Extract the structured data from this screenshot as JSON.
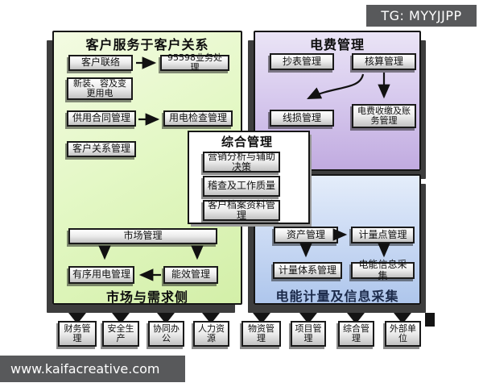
{
  "badge": {
    "text": "TG: MYYJJPP"
  },
  "watermark": {
    "text": "www.kaifacreative.com"
  },
  "colors": {
    "customer_panel": "#e4f8c6",
    "billing_panel": "#d8cbee",
    "metering_panel": "#ccdbf4",
    "chrome_bar": "#58595b",
    "box_fill": "#e0e0e0",
    "line": "#151515"
  },
  "panels": {
    "customer": {
      "title": "客户服务于客户关系",
      "caption": "市场与需求侧",
      "boxes": {
        "contact": "客户联络",
        "hotline": "95598业务处理",
        "new_install": "新装、容及变更用电",
        "contract": "供用合同管理",
        "inspection": "用电检查管理",
        "crm": "客户关系管理",
        "market": "市场管理",
        "orderly_power": "有序用电管理",
        "efficiency": "能效管理"
      }
    },
    "billing": {
      "title": "电费管理",
      "boxes": {
        "meter_reading": "抄表管理",
        "accounting": "核算管理",
        "line_loss": "线损管理",
        "collection": "电费收缴及账务管理"
      }
    },
    "metering": {
      "caption": "电能计量及信息采集",
      "boxes": {
        "assets": "资产管理",
        "metering_point": "计量点管理",
        "metering_system": "计量体系管理",
        "energy_info": "电能信息采集"
      }
    },
    "comprehensive": {
      "title": "综合管理",
      "boxes": {
        "analysis": "营销分析与辅助决策",
        "audit": "稽查及工作质量",
        "archives": "客户档案资料管理"
      }
    }
  },
  "bottom_row": [
    "财务管理",
    "安全生产",
    "协同办公",
    "人力资源",
    "物资管理",
    "项目管理",
    "综合管理",
    "外部单位"
  ],
  "connections": [
    {
      "from": "客户联络",
      "to": "95598业务处理"
    },
    {
      "from": "供用合同管理",
      "to": "用电检查管理"
    },
    {
      "from": "市场管理",
      "to": "有序用电管理"
    },
    {
      "from": "市场管理",
      "to": "能效管理"
    },
    {
      "from": "能效管理",
      "to": "有序用电管理"
    },
    {
      "from": "核算管理",
      "to": "线损管理"
    },
    {
      "from": "核算管理",
      "to": "电费收缴及账务管理"
    },
    {
      "from": "资产管理",
      "to": "计量点管理"
    },
    {
      "from": "资产管理",
      "to": "计量体系管理"
    },
    {
      "from": "计量点管理",
      "to": "电能信息采集"
    }
  ]
}
